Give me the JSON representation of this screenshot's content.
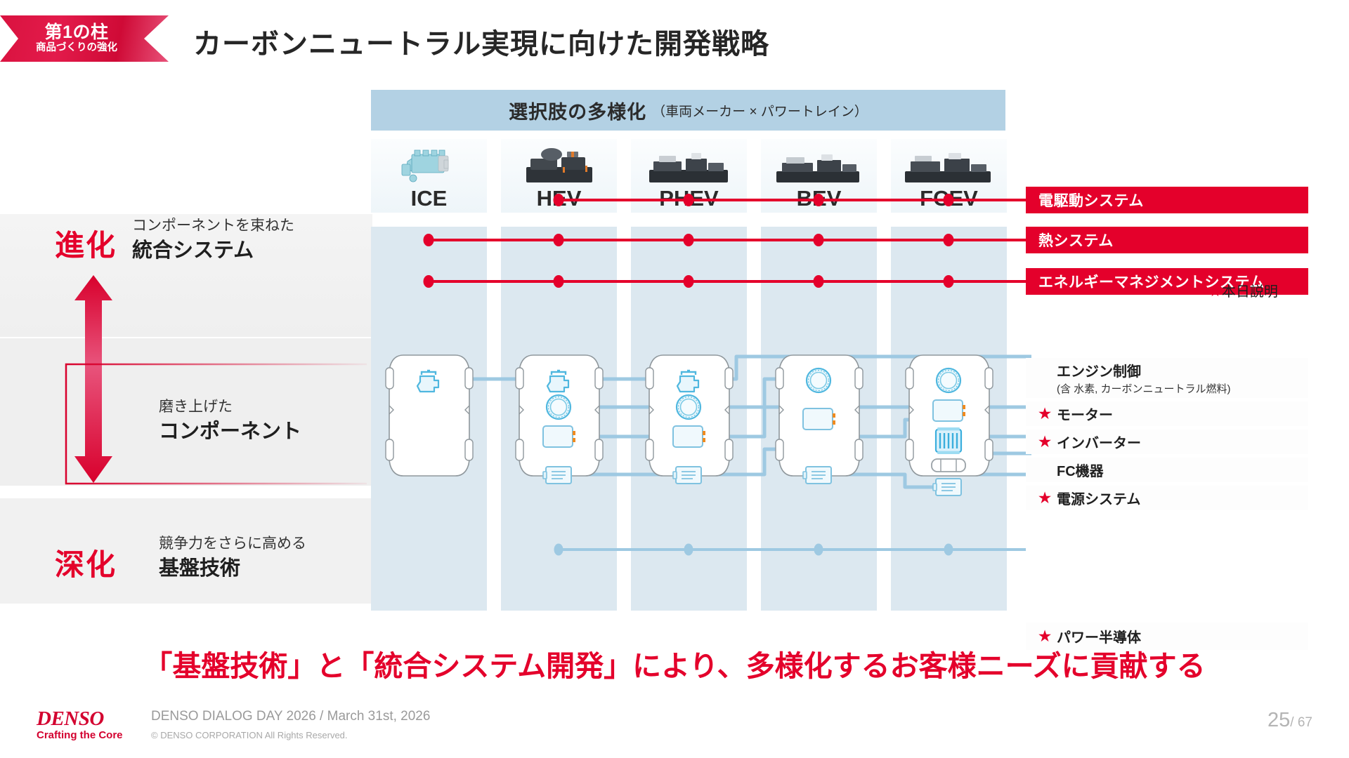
{
  "header": {
    "ribbon_line1": "第1の柱",
    "ribbon_line2": "商品づくりの強化",
    "title": "カーボンニュートラル実現に向けた開発戦略"
  },
  "matrix_header": {
    "main": "選択肢の多様化",
    "paren": "（車両メーカー × パワートレイン）"
  },
  "legend": {
    "star": "★",
    "text": "本日説明"
  },
  "powertrains": [
    {
      "label": "ICE",
      "icon": "engine-photo"
    },
    {
      "label": "HEV",
      "icon": "hev-unit-photo"
    },
    {
      "label": "PHEV",
      "icon": "phev-unit-photo"
    },
    {
      "label": "BEV",
      "icon": "bev-unit-photo"
    },
    {
      "label": "FCEV",
      "icon": "fcev-unit-photo"
    }
  ],
  "side_labels": {
    "evolution_word": "進化",
    "evolution_sub": "コンポーネントを束ねた",
    "evolution_main": "統合システム",
    "component_sub": "磨き上げた",
    "component_main": "コンポーネント",
    "deepening_word": "深化",
    "base_sub": "競争力をさらに高める",
    "base_main": "基盤技術"
  },
  "systems": [
    {
      "label": "電駆動システム",
      "coverage": [
        false,
        true,
        true,
        true,
        true
      ]
    },
    {
      "label": "熱システム",
      "coverage": [
        true,
        true,
        true,
        true,
        true
      ]
    },
    {
      "label": "エネルギーマネジメントシステム",
      "coverage": [
        true,
        true,
        true,
        true,
        true
      ]
    }
  ],
  "components": [
    {
      "label": "エンジン制御",
      "sub": "(含 水素, カーボンニュートラル燃料)",
      "star": false
    },
    {
      "label": "モーター",
      "sub": "",
      "star": true
    },
    {
      "label": "インバーター",
      "sub": "",
      "star": true
    },
    {
      "label": "FC機器",
      "sub": "",
      "star": false
    },
    {
      "label": "電源システム",
      "sub": "",
      "star": true
    }
  ],
  "base_tech": {
    "label": "パワー半導体",
    "star": true,
    "coverage": [
      false,
      true,
      true,
      true,
      true
    ]
  },
  "bottom_message": "「基盤技術」と「統合システム開発」により、多様化するお客様ニーズに貢献する",
  "footer": {
    "logo_name": "DENSO",
    "logo_tagline": "Crafting the Core",
    "line1": "DENSO DIALOG DAY 2026 / March 31st, 2026",
    "line2": "© DENSO CORPORATION All Rights Reserved.",
    "page_current": "25",
    "page_total": "/ 67"
  },
  "colors": {
    "accent_red": "#e4002b",
    "band_blue": "#b3d1e4",
    "column_blue": "#dce8f0",
    "line_blue": "#9ec9e2"
  }
}
